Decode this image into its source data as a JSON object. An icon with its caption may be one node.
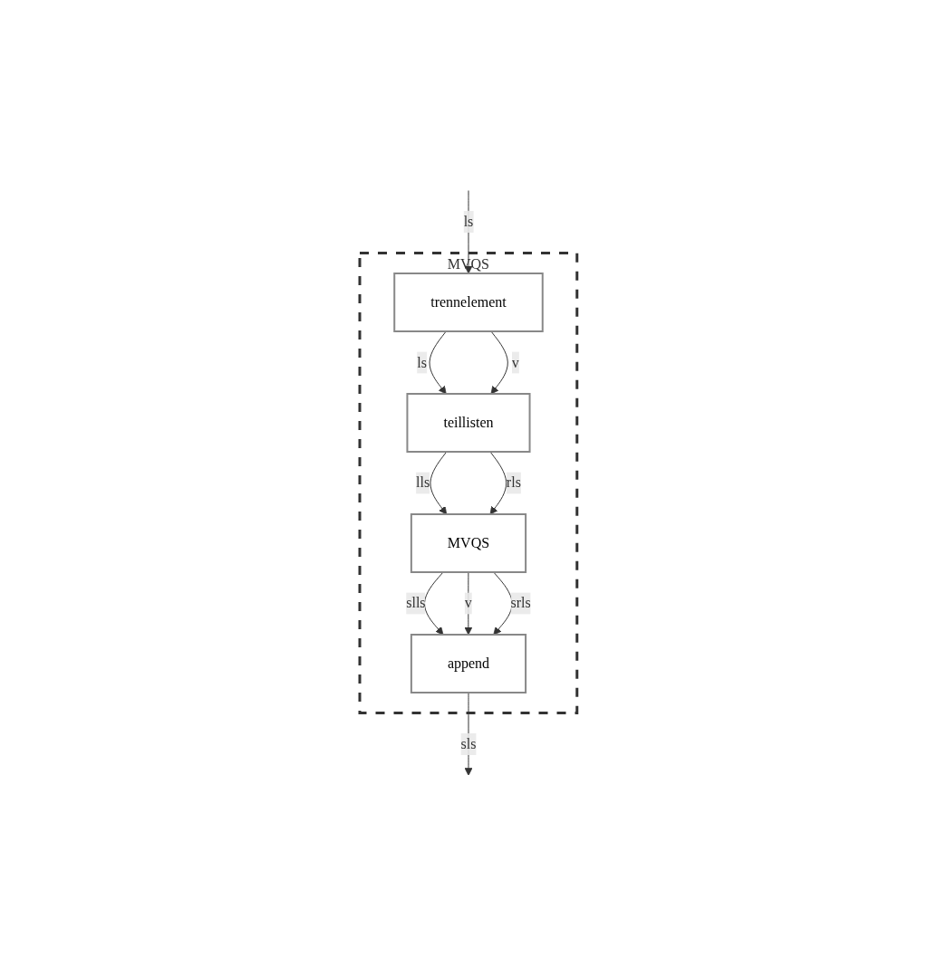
{
  "diagram": {
    "nodes": [
      {
        "text": [
          "MVQS"
        ]
      },
      {
        "text": [
          "trennelement"
        ],
        "in": 0
      },
      {
        "text": [
          "teillisten"
        ],
        "in": 0
      },
      {
        "text": [
          "MVQS"
        ],
        "in": 0
      },
      {
        "text": [
          "append"
        ],
        "in": 0
      }
    ],
    "edges": [
      {
        "from": null,
        "to": 1,
        "arrow": "to",
        "label": "ls"
      },
      {
        "from": 1,
        "to": 2,
        "arrow": "to",
        "label": "ls"
      },
      {
        "from": 1,
        "to": 2,
        "arrow": "to",
        "label": "v"
      },
      {
        "from": 2,
        "to": 3,
        "arrow": "to",
        "label": "lls"
      },
      {
        "from": 2,
        "to": 3,
        "arrow": "to",
        "label": "rls"
      },
      {
        "from": 3,
        "to": 4,
        "arrow": "to",
        "label": "slls"
      },
      {
        "from": 3,
        "to": 4,
        "arrow": "to",
        "label": "v"
      },
      {
        "from": 3,
        "to": 4,
        "arrow": "to",
        "label": "srls"
      },
      {
        "from": 4,
        "to": null,
        "arrow": "to",
        "label": "sls"
      }
    ]
  }
}
